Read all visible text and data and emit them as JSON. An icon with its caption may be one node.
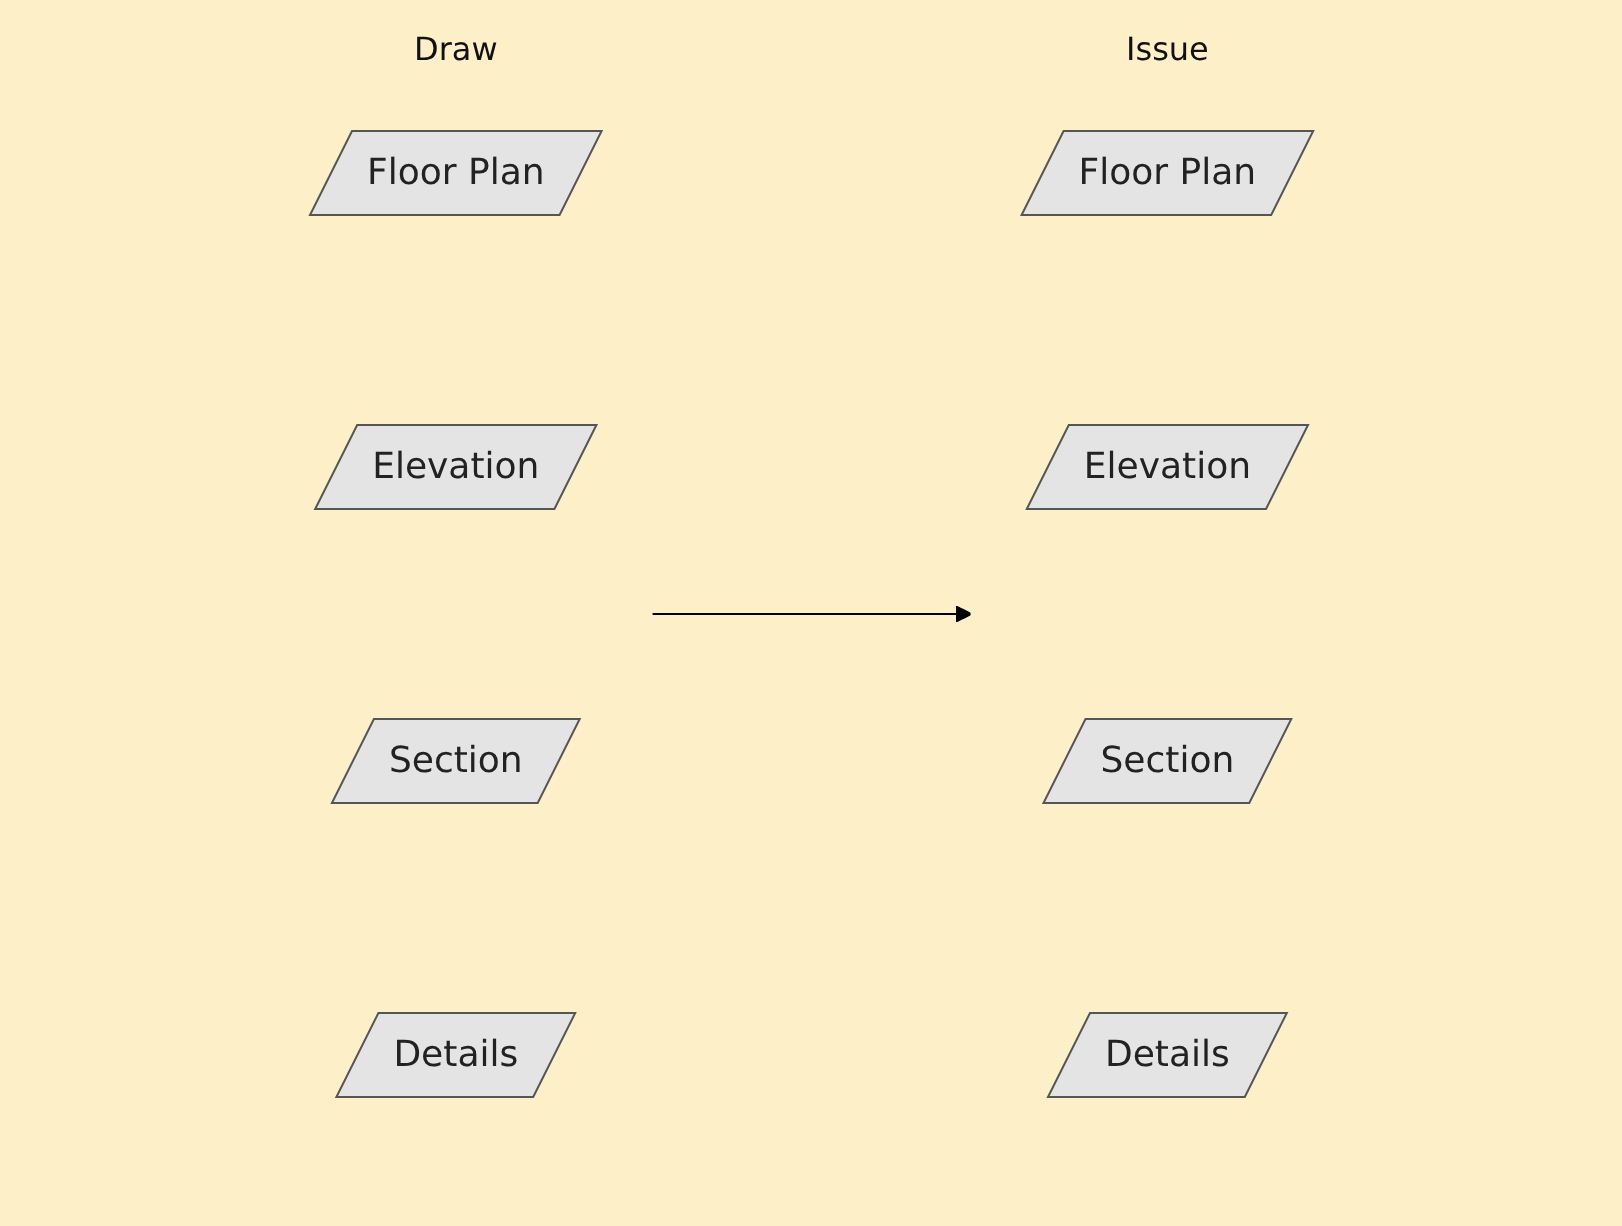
{
  "diagram": {
    "nodes": [
      {
        "text": [
          "Draw"
        ]
      },
      {
        "text": [
          "Floor Plan"
        ],
        "in": 0
      },
      {
        "text": [
          "Elevation"
        ],
        "in": 0
      },
      {
        "text": [
          "Section"
        ],
        "in": 0
      },
      {
        "text": [
          "Details"
        ],
        "in": 0
      },
      {
        "text": [
          "Issue"
        ]
      },
      {
        "text": [
          "Floor Plan"
        ],
        "in": 5
      },
      {
        "text": [
          "Elevation"
        ],
        "in": 5
      },
      {
        "text": [
          "Section"
        ],
        "in": 5
      },
      {
        "text": [
          "Details"
        ],
        "in": 5
      }
    ],
    "edges": [
      {
        "from": 0,
        "to": 5,
        "arrow": "to"
      }
    ]
  }
}
